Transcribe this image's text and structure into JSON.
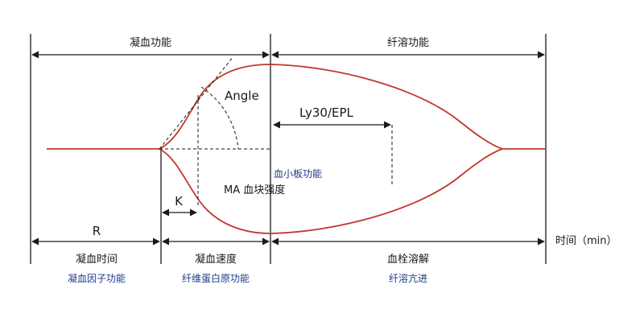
{
  "labels": {
    "coagulation_function": "凝血功能",
    "fibrinolysis_function": "纤溶功能",
    "angle": "Angle",
    "ly30_epl": "Ly30/EPL",
    "platelet_function": "血小板功能",
    "ma_strength": "MA 血块强度",
    "k": "K",
    "r": "R",
    "time_axis": "时间（min）",
    "coagulation_time": "凝血时间",
    "coagulation_factor_function": "凝血因子功能",
    "coagulation_speed": "凝血速度",
    "fibrinogen_function": "纤维蛋白原功能",
    "thrombolysis": "血栓溶解",
    "hyperfibrinolysis": "纤溶亢进"
  },
  "colors": {
    "curve": "#c0392b",
    "line": "#1a1a1a",
    "blue_text": "#1f3a8a"
  }
}
